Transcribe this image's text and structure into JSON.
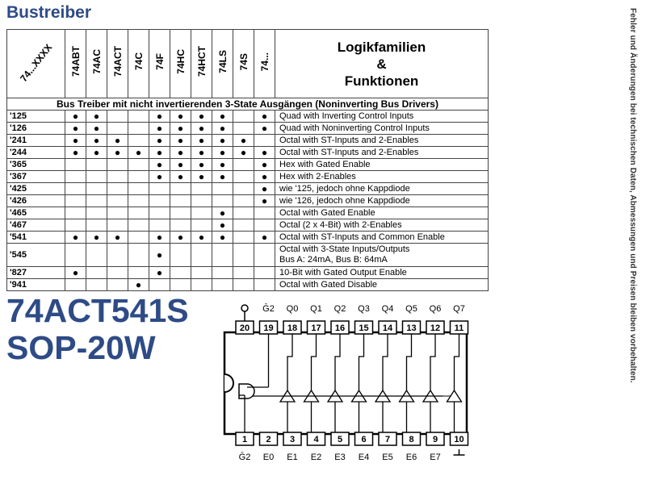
{
  "title": "Bustreiber",
  "side_note": "Fehler und Änderungen bei technischen Daten, Abmessungen und Preisen bleiben vorbehalten.",
  "table": {
    "corner_label": "74...XXXX",
    "families": [
      "74ABT",
      "74AC",
      "74ACT",
      "74C",
      "74F",
      "74HC",
      "74HCT",
      "74LS",
      "74S",
      "74..."
    ],
    "header_line1": "Logikfamilien",
    "header_line2": "&",
    "header_line3": "Funktionen",
    "section": "Bus Treiber mit nicht invertierenden 3-State Ausgängen (Noninverting Bus Drivers)",
    "bullet": "●",
    "rows": [
      {
        "part": "'125",
        "dots": [
          1,
          1,
          0,
          0,
          1,
          1,
          1,
          1,
          0,
          1
        ],
        "fn": "Quad with Inverting Control Inputs",
        "fn2": ""
      },
      {
        "part": "'126",
        "dots": [
          1,
          1,
          0,
          0,
          1,
          1,
          1,
          1,
          0,
          1
        ],
        "fn": "Quad with Noninverting Control Inputs",
        "fn2": ""
      },
      {
        "part": "'241",
        "dots": [
          1,
          1,
          1,
          0,
          1,
          1,
          1,
          1,
          1,
          0
        ],
        "fn": "Octal with ST-Inputs and 2-Enables",
        "fn2": ""
      },
      {
        "part": "'244",
        "dots": [
          1,
          1,
          1,
          1,
          1,
          1,
          1,
          1,
          1,
          1
        ],
        "fn": "Octal with ST-Inputs and 2-Enables",
        "fn2": ""
      },
      {
        "part": "'365",
        "dots": [
          0,
          0,
          0,
          0,
          1,
          1,
          1,
          1,
          0,
          1
        ],
        "fn": "Hex with Gated Enable",
        "fn2": ""
      },
      {
        "part": "'367",
        "dots": [
          0,
          0,
          0,
          0,
          1,
          1,
          1,
          1,
          0,
          1
        ],
        "fn": "Hex with 2-Enables",
        "fn2": ""
      },
      {
        "part": "'425",
        "dots": [
          0,
          0,
          0,
          0,
          0,
          0,
          0,
          0,
          0,
          1
        ],
        "fn": "wie '125, jedoch ohne Kappdiode",
        "fn2": ""
      },
      {
        "part": "'426",
        "dots": [
          0,
          0,
          0,
          0,
          0,
          0,
          0,
          0,
          0,
          1
        ],
        "fn": "wie '126, jedoch ohne Kappdiode",
        "fn2": ""
      },
      {
        "part": "'465",
        "dots": [
          0,
          0,
          0,
          0,
          0,
          0,
          0,
          1,
          0,
          0
        ],
        "fn": "Octal with Gated Enable",
        "fn2": ""
      },
      {
        "part": "'467",
        "dots": [
          0,
          0,
          0,
          0,
          0,
          0,
          0,
          1,
          0,
          0
        ],
        "fn": "Octal (2 x 4-Bit) with 2-Enables",
        "fn2": ""
      },
      {
        "part": "'541",
        "dots": [
          1,
          1,
          1,
          0,
          1,
          1,
          1,
          1,
          0,
          1
        ],
        "fn": "Octal with ST-Inputs and Common Enable",
        "fn2": ""
      },
      {
        "part": "'545",
        "dots": [
          0,
          0,
          0,
          0,
          1,
          0,
          0,
          0,
          0,
          0
        ],
        "fn": "Octal with 3-State Inputs/Outputs",
        "fn2": "Bus A: 24mA, Bus B: 64mA"
      },
      {
        "part": "'827",
        "dots": [
          1,
          0,
          0,
          0,
          1,
          0,
          0,
          0,
          0,
          0
        ],
        "fn": "10-Bit with Gated Output Enable",
        "fn2": ""
      },
      {
        "part": "'941",
        "dots": [
          0,
          0,
          0,
          1,
          0,
          0,
          0,
          0,
          0,
          0
        ],
        "fn": "Octal with Gated Disable",
        "fn2": ""
      }
    ]
  },
  "part_number": "74ACT541S",
  "package": "SOP-20W",
  "ic": {
    "top_labels": [
      "Ḡ2",
      "Q0",
      "Q1",
      "Q2",
      "Q3",
      "Q4",
      "Q5",
      "Q6",
      "Q7"
    ],
    "top_pins": [
      "20",
      "19",
      "18",
      "17",
      "16",
      "15",
      "14",
      "13",
      "12",
      "11"
    ],
    "bottom_pins": [
      "1",
      "2",
      "3",
      "4",
      "5",
      "6",
      "7",
      "8",
      "9",
      "10"
    ],
    "bottom_labels": [
      "Ḡ2",
      "E0",
      "E1",
      "E2",
      "E3",
      "E4",
      "E5",
      "E6",
      "E7"
    ]
  }
}
